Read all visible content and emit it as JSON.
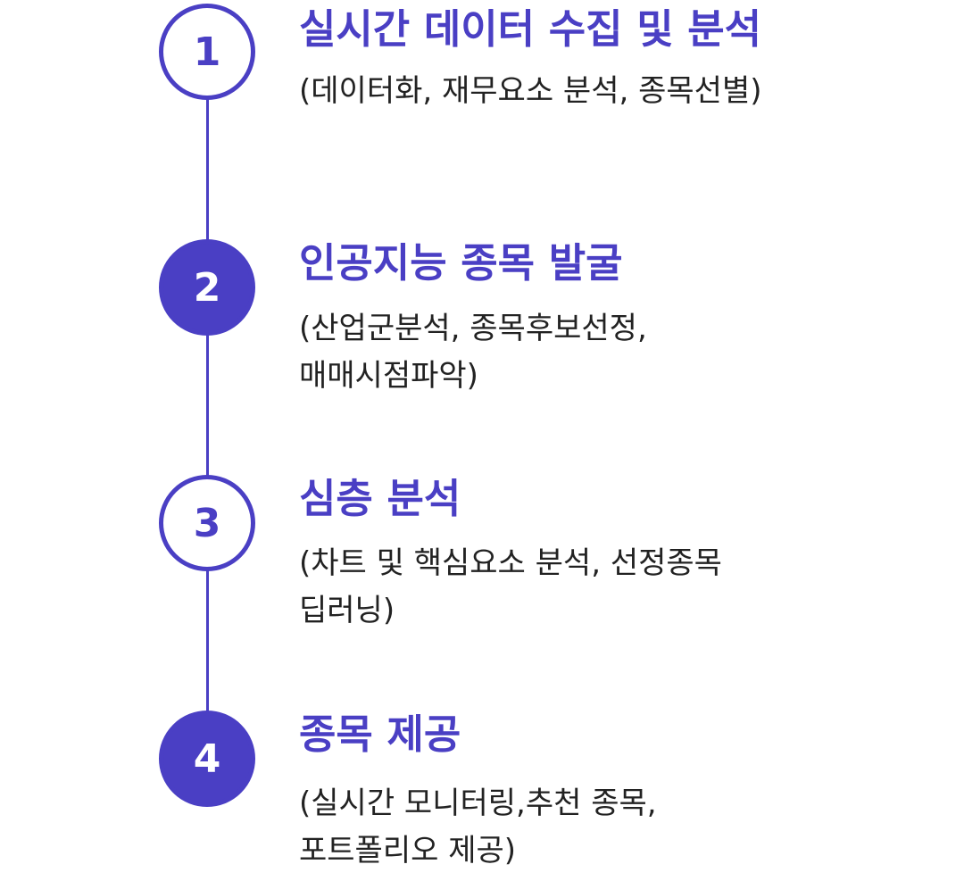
{
  "accent_color": "#4a3fc4",
  "steps": [
    {
      "number": "1",
      "style": "outline",
      "title": "실시간 데이터 수집 및 분석",
      "description": "(데이터화, 재무요소 분석, 종목선별)"
    },
    {
      "number": "2",
      "style": "filled",
      "title": "인공지능 종목 발굴",
      "description": "(산업군분석, 종목후보선정,\n 매매시점파악)"
    },
    {
      "number": "3",
      "style": "outline",
      "title": "심층 분석",
      "description": "(차트 및 핵심요소 분석, 선정종목\n 딥러닝)"
    },
    {
      "number": "4",
      "style": "filled",
      "title": "종목 제공",
      "description": "(실시간 모니터링,추천 종목,\n 포트폴리오 제공)"
    }
  ]
}
